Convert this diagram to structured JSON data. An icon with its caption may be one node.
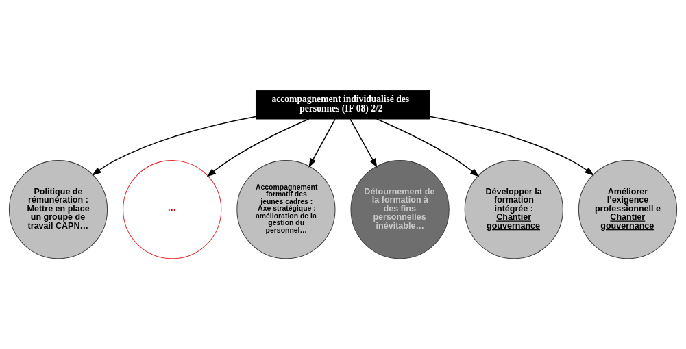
{
  "diagram": {
    "nodes": [
      {
        "text": [
          "accompagnement individualisé des personnes (IF 08) 2/2"
        ]
      },
      {
        "text": [
          "Politique de rémunération : Mettre en place un groupe de travail CAPN…"
        ]
      },
      {
        "text": [
          "…"
        ]
      },
      {
        "text": [
          "Accompagnement formatif des jeunes cadres : Axe stratégique : amélioration de la gestion du personnel…"
        ]
      },
      {
        "text": [
          "Détournement de la formation à des fins personnelles inévitable…"
        ]
      },
      {
        "text": [
          "Développer la formation intégrée :",
          "Chantier gouvernance"
        ]
      },
      {
        "text": [
          "Améliorer l’exigence professionnell e",
          "Chantier gouvernance"
        ]
      }
    ],
    "edges": [
      {
        "from": 0,
        "to": 1,
        "arrow": "to"
      },
      {
        "from": 0,
        "to": 2,
        "arrow": "to"
      },
      {
        "from": 0,
        "to": 3,
        "arrow": "to"
      },
      {
        "from": 0,
        "to": 4,
        "arrow": "to"
      },
      {
        "from": 0,
        "to": 5,
        "arrow": "to"
      },
      {
        "from": 0,
        "to": 6,
        "arrow": "to"
      }
    ]
  }
}
